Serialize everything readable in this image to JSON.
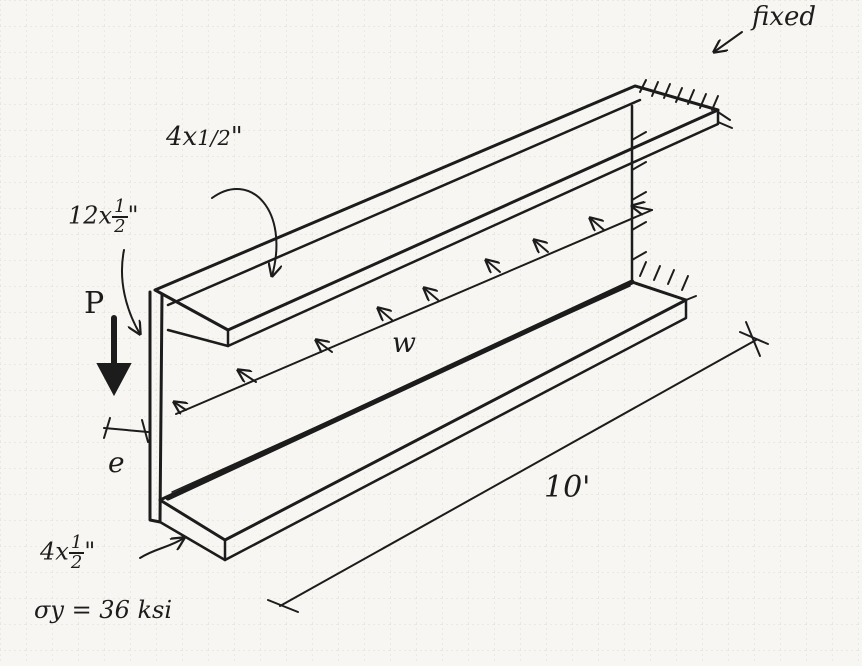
{
  "labels": {
    "support": "fixed",
    "top_flange": {
      "whole": "4x",
      "frac_num": "1",
      "frac_den": "2",
      "unit": "\""
    },
    "web": {
      "whole": "12x",
      "frac_num": "1",
      "frac_den": "2",
      "unit": "\""
    },
    "bottom_flange": {
      "whole": "4x",
      "frac_num": "1",
      "frac_den": "2",
      "unit": "\""
    },
    "load_point": "P",
    "load_distributed": "w",
    "eccentricity": "e",
    "length": "10'",
    "yield_stress": "σy = 36 ksi"
  },
  "colors": {
    "ink": "#1c1c1c",
    "paper": "#f7f6f2",
    "grid": "#dcdcd6"
  }
}
